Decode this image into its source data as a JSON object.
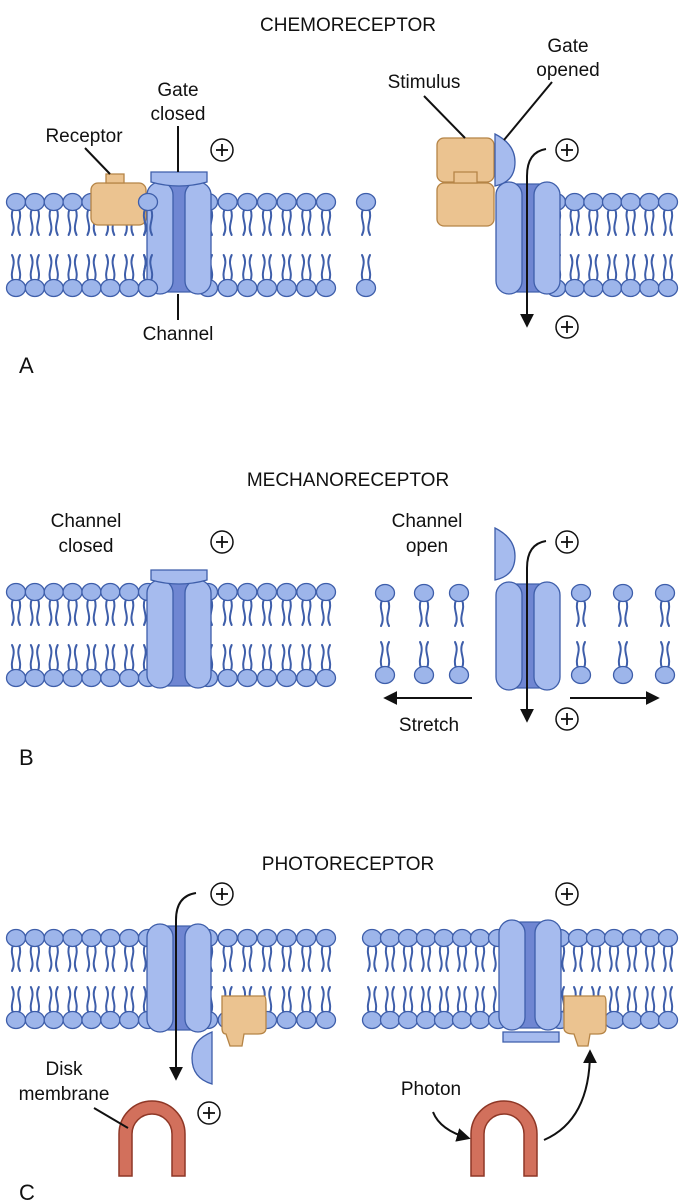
{
  "panels": {
    "A": {
      "letter": "A",
      "title": "CHEMORECEPTOR",
      "left": {
        "receptor": "Receptor",
        "gate_line1": "Gate",
        "gate_line2": "closed",
        "channel": "Channel"
      },
      "right": {
        "stimulus": "Stimulus",
        "gate_line1": "Gate",
        "gate_line2": "opened"
      }
    },
    "B": {
      "letter": "B",
      "title": "MECHANORECEPTOR",
      "left": {
        "line1": "Channel",
        "line2": "closed"
      },
      "right": {
        "line1": "Channel",
        "line2": "open",
        "stretch": "Stretch"
      }
    },
    "C": {
      "letter": "C",
      "title": "PHOTORECEPTOR",
      "left": {
        "disk_line1": "Disk",
        "disk_line2": "membrane"
      },
      "right": {
        "photon": "Photon"
      }
    }
  },
  "ion_symbol": "+",
  "colors": {
    "lipid_head": "#9db5ea",
    "lipid_outline": "#3e5eaa",
    "channel_pore": "#6f86d2",
    "channel_wall": "#a6bbee",
    "receptor": "#ebc390",
    "disk_membrane": "#d2705c"
  }
}
